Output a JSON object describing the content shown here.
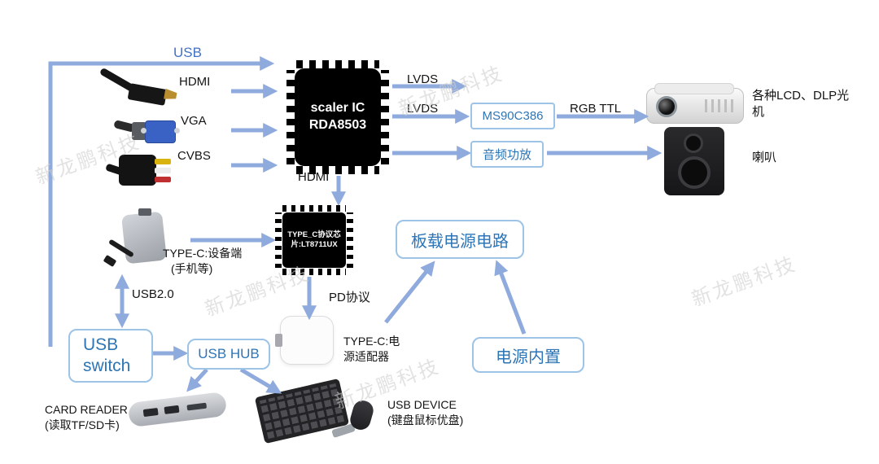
{
  "watermark": {
    "text": "新龙鹏科技"
  },
  "labels": {
    "usb": "USB",
    "hdmi_in": "HDMI",
    "vga": "VGA",
    "cvbs": "CVBS",
    "lvds_1": "LVDS",
    "lvds_2": "LVDS",
    "rgb_ttl": "RGB TTL",
    "hdmi_out": "HDMI",
    "typec_device": [
      "TYPE-C:设备端",
      "(手机等)"
    ],
    "usb2": "USB2.0",
    "pd": "PD协议",
    "typec_power": [
      "TYPE-C:电",
      "源适配器"
    ],
    "card_reader": [
      "CARD READER",
      "(读取TF/SD卡)"
    ],
    "usb_device": [
      "USB DEVICE",
      "(键盘鼠标优盘)"
    ],
    "display_out": [
      "各种LCD、DLP光",
      "机"
    ],
    "speaker": "喇叭"
  },
  "chips": {
    "scaler": [
      "scaler IC",
      "RDA8503"
    ],
    "typec_bridge": [
      "TYPE_C协议芯",
      "片:LT8711UX"
    ]
  },
  "boxes": {
    "ms90c386": "MS90C386",
    "audio_amp": "音频功放",
    "onboard_power": "板载电源电路",
    "power_builtin": "电源内置",
    "usb_switch": [
      "USB",
      "switch"
    ],
    "usb_hub": "USB HUB"
  },
  "colors": {
    "arrow": "#8faadc",
    "box_border": "#9dc3e6",
    "box_text": "#2e75b6",
    "label_blue": "#4472c4",
    "chip_bg": "#000000",
    "chip_text": "#ffffff",
    "watermark": "#d9d9d9"
  }
}
